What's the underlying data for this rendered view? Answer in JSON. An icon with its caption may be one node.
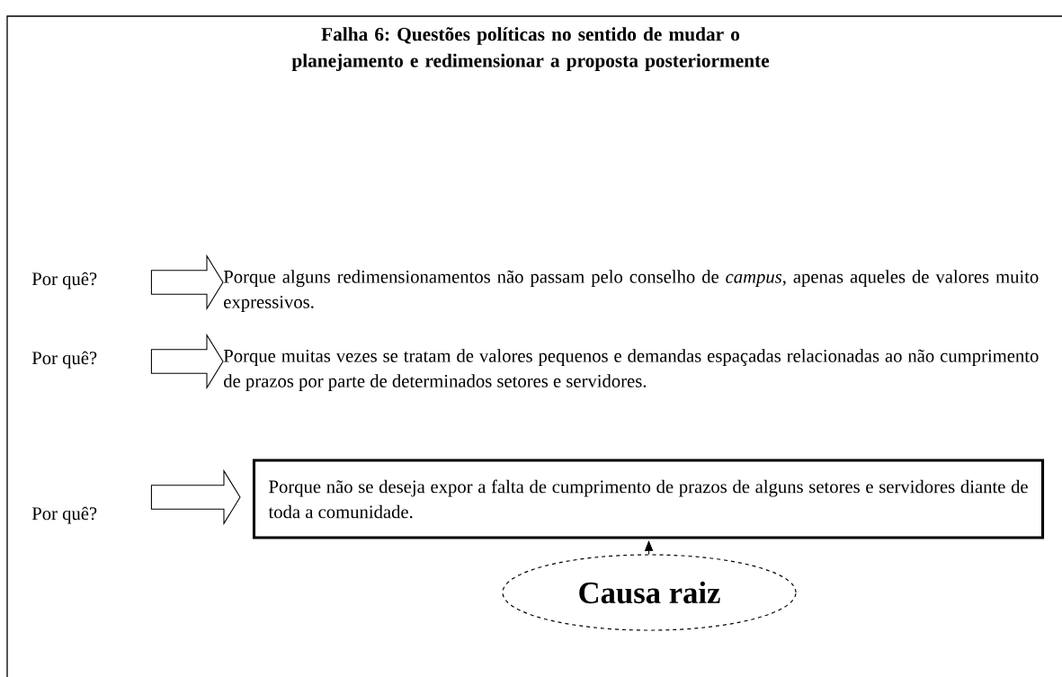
{
  "diagram": {
    "title": "Falha 6: Questões políticas no sentido de mudar o planejamento e redimensionar a proposta posteriormente",
    "nodes": [
      {
        "text": [
          "Por quê?"
        ]
      },
      {
        "text": [
          "Porque alguns redimensionamentos não passam pelo conselho de *campus*, apenas aqueles de valores muito expressivos."
        ]
      },
      {
        "text": [
          "Por quê?"
        ]
      },
      {
        "text": [
          "Porque muitas vezes se tratam de valores pequenos e demandas espaçadas relacionadas ao não cumprimento de prazos por parte de determinados setores e servidores."
        ]
      },
      {
        "text": [
          "Por quê?"
        ]
      },
      {
        "text": [
          "Porque não se deseja expor a falta de cumprimento de prazos de alguns setores e servidores diante de toda a comunidade."
        ]
      },
      {
        "text": [
          "Causa raiz"
        ]
      }
    ],
    "edges": [
      {
        "from": 0,
        "to": 1,
        "arrow": "to"
      },
      {
        "from": 2,
        "to": 3,
        "arrow": "to"
      },
      {
        "from": 4,
        "to": 5,
        "arrow": "to"
      },
      {
        "from": 6,
        "to": 5,
        "arrow": "to"
      }
    ]
  }
}
